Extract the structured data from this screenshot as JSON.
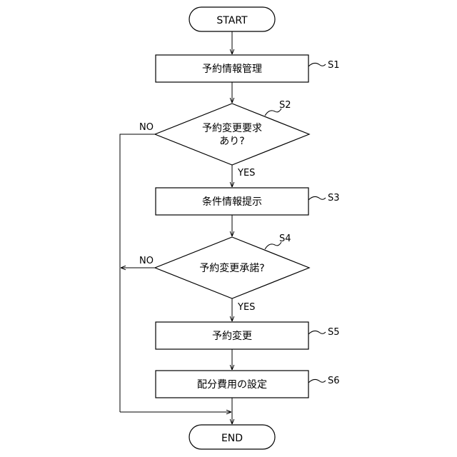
{
  "flowchart": {
    "start": "START",
    "end": "END",
    "s1": {
      "label": "予約情報管理",
      "step": "S1"
    },
    "s2": {
      "line1": "予約変更要求",
      "line2": "あり?",
      "step": "S2",
      "yes": "YES",
      "no": "NO"
    },
    "s3": {
      "label": "条件情報提示",
      "step": "S3"
    },
    "s4": {
      "label": "予約変更承諾?",
      "step": "S4",
      "yes": "YES",
      "no": "NO"
    },
    "s5": {
      "label": "予約変更",
      "step": "S5"
    },
    "s6": {
      "label": "配分費用の設定",
      "step": "S6"
    }
  }
}
